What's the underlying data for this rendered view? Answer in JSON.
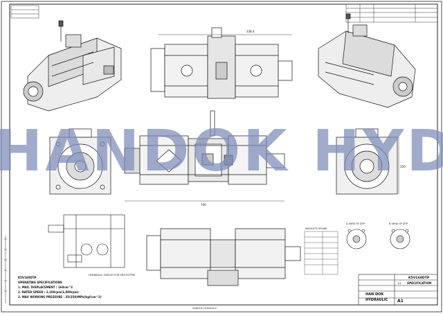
{
  "watermark": "HANDOK HYD",
  "title_block": {
    "model": "K5V160DTP",
    "doc_type": "SPECIFICATION",
    "company_line1": "HAN DOK",
    "company_line2": "HYDRAULIC",
    "sheet_size": "A1",
    "scale": "1/2"
  },
  "specifications": {
    "model": "K5V160DTP",
    "heading": "OPERATING SPECIFICATIONS",
    "items": [
      "1. MAX. DISPLACEMENT : 160cm^3",
      "2. RATED SPEED : 2,100rpm(1,800rpm)",
      "3. MAX WORKING PRESSURE : 35(350)MPa(kgf/cm^2)"
    ]
  },
  "labels": {
    "circuit_caption": "HYDRAULIC CIRCUIT FOR PROTOTYPE",
    "spline_table_title": "INVOLUTE SPLINE",
    "view_a": "A VIEW OF DTP",
    "view_b": "B VIEW OF DTP",
    "dim_top": "338.4",
    "dim_overall": "700",
    "dim_side": "350",
    "footer": "HANDOK HYDRAULIC"
  },
  "colors": {
    "line": "#1a1a1a",
    "watermark": "#7d8ab8",
    "paper": "#ffffff"
  }
}
